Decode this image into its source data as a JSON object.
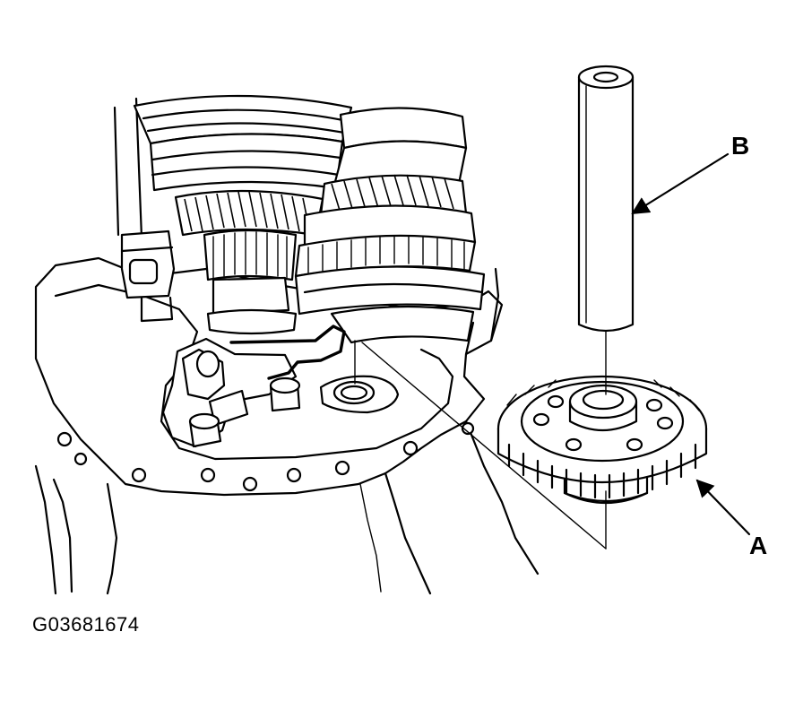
{
  "figure": {
    "code": "G03681674"
  },
  "callouts": [
    {
      "id": "A",
      "label": "A",
      "refers_to": "gear"
    },
    {
      "id": "B",
      "label": "B",
      "refers_to": "installer-tool"
    }
  ]
}
